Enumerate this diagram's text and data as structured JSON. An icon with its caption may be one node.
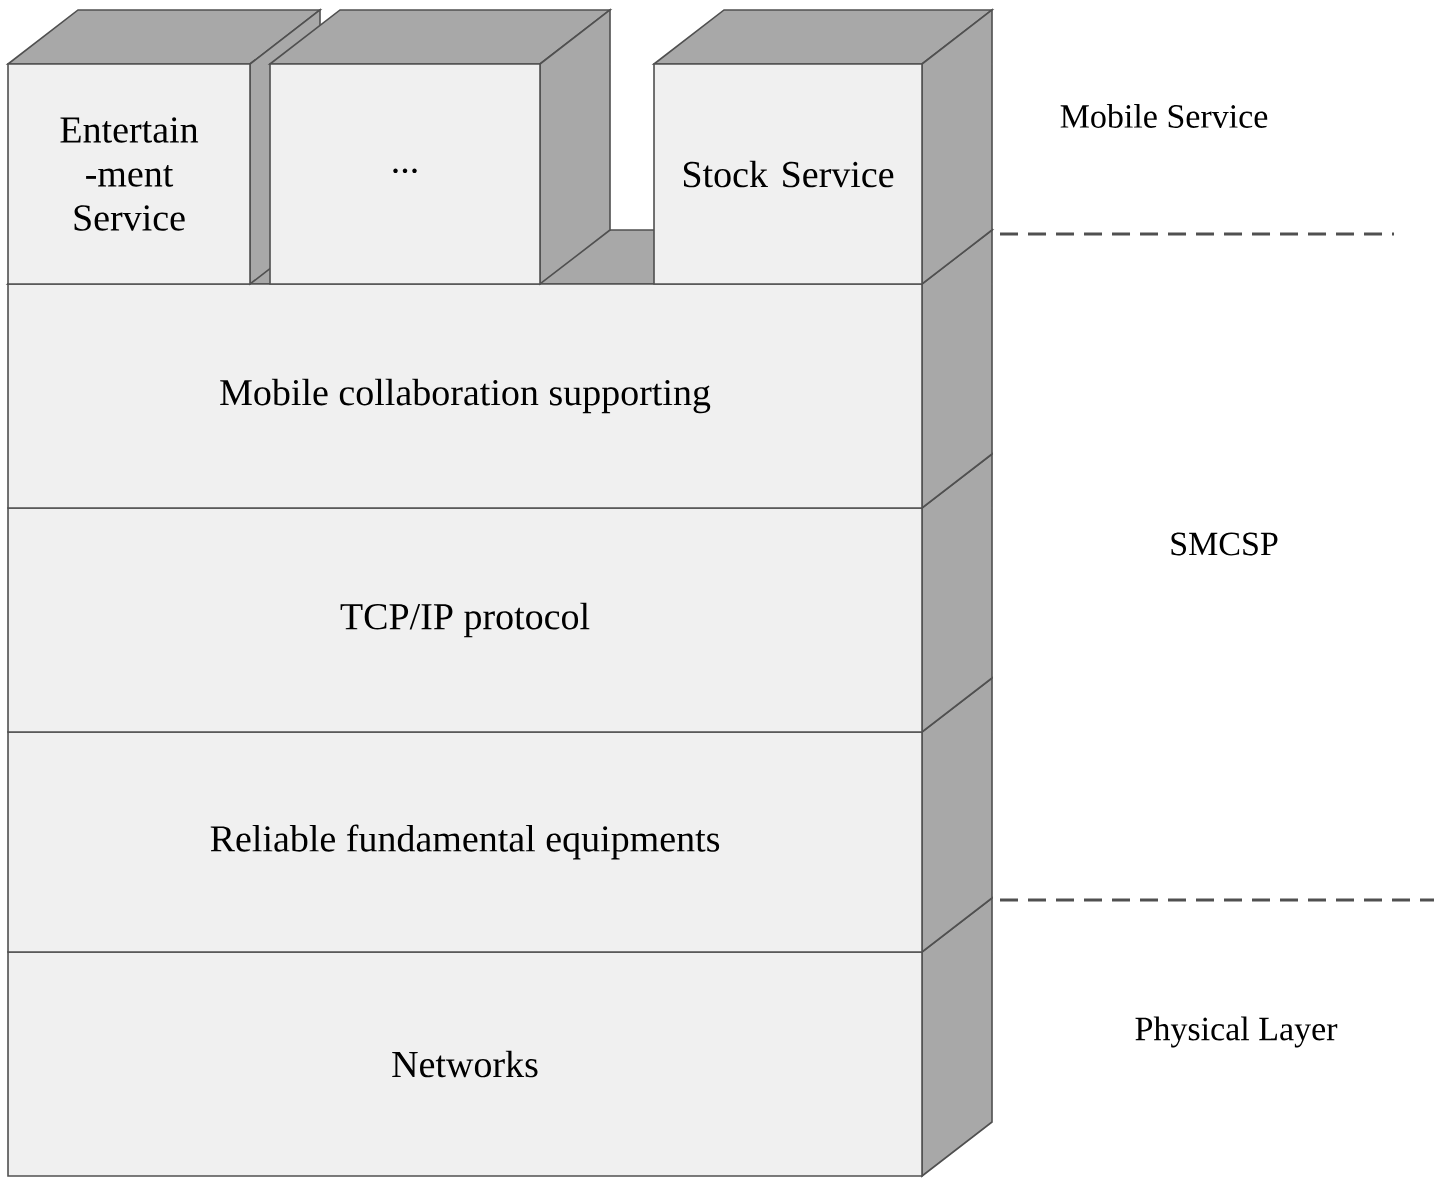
{
  "diagram": {
    "nodes": [
      {
        "text": [
          "Entertain -ment Service"
        ]
      },
      {
        "text": [
          "..."
        ]
      },
      {
        "text": [
          "Stock Service"
        ]
      },
      {
        "text": [
          "Mobile collaboration supporting"
        ]
      },
      {
        "text": [
          "TCP/IP protocol"
        ]
      },
      {
        "text": [
          "Reliable fundamental equipments"
        ]
      },
      {
        "text": [
          "Networks"
        ]
      }
    ],
    "labels": [
      "Mobile Service",
      "SMCSP",
      "Physical Layer"
    ]
  }
}
